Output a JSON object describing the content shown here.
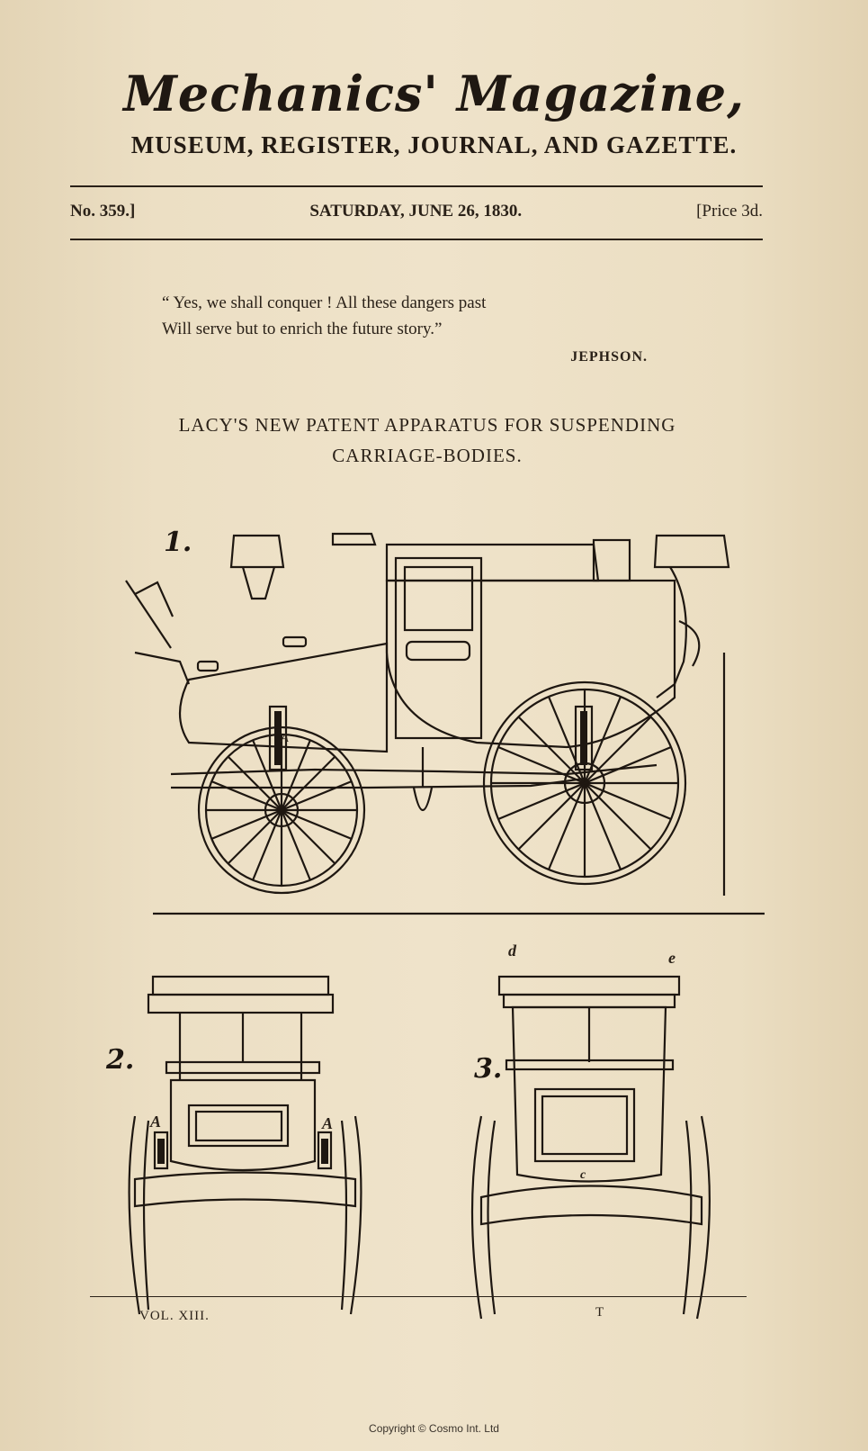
{
  "masthead": {
    "title": "Mechanics' Magazine,",
    "subtitle": "MUSEUM, REGISTER, JOURNAL, AND GAZETTE."
  },
  "issue": {
    "number": "No. 359.]",
    "date": "SATURDAY, JUNE 26, 1830.",
    "price": "[Price 3d."
  },
  "epigraph": {
    "line1": "“ Yes, we shall conquer !  All these dangers past",
    "line2": "Will serve but to enrich the future story.”",
    "attribution": "JEPHSON."
  },
  "article": {
    "title_line1": "LACY'S NEW PATENT APPARATUS FOR SUSPENDING",
    "title_line2": "CARRIAGE-BODIES."
  },
  "figures": {
    "fig1_label": "1.",
    "fig2_label": "2.",
    "fig3_label": "3.",
    "fig1_letter_a": "A",
    "fig2_letter_a_left": "A",
    "fig2_letter_a_right": "A",
    "fig3_letter_d": "d",
    "fig3_letter_e": "e",
    "fig3_letter_c": "c"
  },
  "footer": {
    "volume": "VOL. XIII.",
    "mark": "T"
  },
  "watermark": {
    "copyright": "Copyright © Cosmo Int. Ltd"
  }
}
